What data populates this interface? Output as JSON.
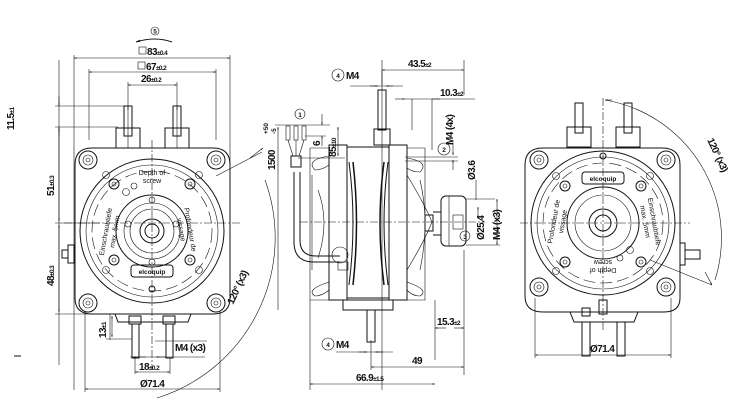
{
  "drawing": {
    "title": "Motor dimensional drawing",
    "views": [
      "front-view",
      "side-view",
      "rear-view"
    ]
  },
  "front_view": {
    "rotation_marker": "5",
    "dim_square_outer": {
      "value": "83",
      "tol": "±0.4"
    },
    "dim_square_inner": {
      "value": "67",
      "tol": "±0.2"
    },
    "dim_pin_spacing_top": {
      "value": "26",
      "tol": "±0.2"
    },
    "dim_top_pins": {
      "value": "11.5",
      "tol": "±1"
    },
    "dim_upper_height": {
      "value": "51",
      "tol": "±0.3"
    },
    "dim_lower_height": {
      "value": "48",
      "tol": "±0.3"
    },
    "dim_bottom_pins": {
      "value": "13",
      "tol": "±1"
    },
    "dim_pin_spacing_bottom": {
      "value": "18",
      "tol": "±0.2"
    },
    "dim_diameter": "Ø71.4",
    "thread_label": "M4 (x3)",
    "angle_label": "120° (x3)",
    "text_depth": "Depth of",
    "text_screw": "screw",
    "text_de_1": "Einschraubtiefe",
    "text_de_2": "max. 5mm",
    "text_fr_1": "Profondeur de",
    "text_fr_2": "vissage",
    "brand": "elcoquip"
  },
  "side_view": {
    "marker_1": "1",
    "marker_2": "2",
    "marker_3": "3",
    "marker_4": "4",
    "shaft_top_label": "M4",
    "shaft_bottom_label": "M4",
    "dim_cable": {
      "value": "1500",
      "tol_plus": "+50",
      "tol_minus": "-5"
    },
    "dim_strip": "6",
    "dim_lead": {
      "value": "85",
      "tol": "±10"
    },
    "dim_overall_top": {
      "value": "43.5",
      "tol": "±2"
    },
    "dim_flange": {
      "value": "10.3",
      "tol": "±2"
    },
    "thread_4x": "M4 (4x)",
    "dim_hole": "Ø3.6",
    "dim_hub": "Ø25.4",
    "thread_3x": "M4 (x3)",
    "dim_bottom_offset": {
      "value": "15.3",
      "tol": "±2"
    },
    "dim_49": "49",
    "dim_overall_bottom": {
      "value": "66.9",
      "tol": "±1.5"
    }
  },
  "rear_view": {
    "angle_label": "120° (x3)",
    "dim_diameter": "Ø71.4",
    "brand": "elcoquip",
    "text_depth": "Depth of",
    "text_screw": "screw",
    "text_de_1": "Einschraubtiefe",
    "text_de_2": "max. 5mm",
    "text_fr_1": "Profondeur de",
    "text_fr_2": "vissage"
  }
}
